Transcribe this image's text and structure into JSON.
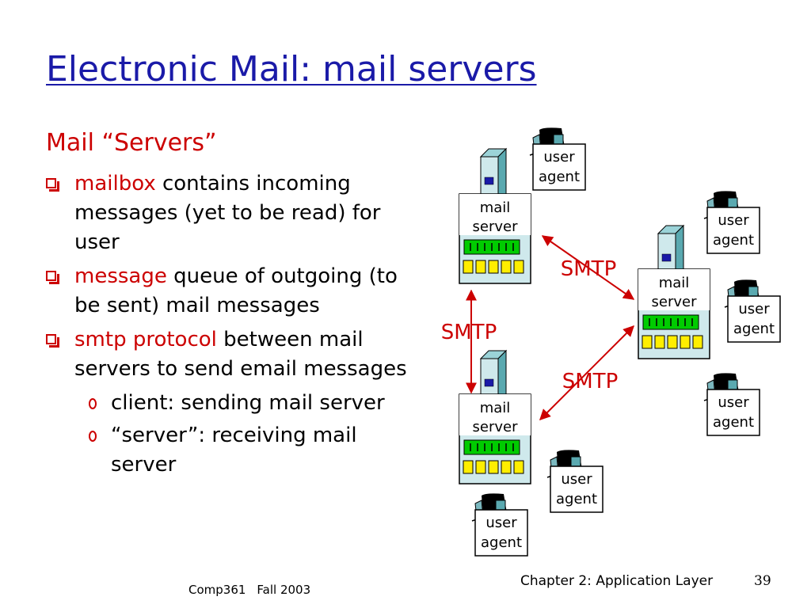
{
  "slide": {
    "title": "Electronic Mail: mail servers",
    "subtitle": "Mail “Servers”",
    "bullets": [
      {
        "keyword": "mailbox",
        "rest": " contains incoming messages (yet to be read) for user"
      },
      {
        "keyword": "message",
        "rest": " queue of outgoing (to be sent) mail messages"
      },
      {
        "keyword": "smtp protocol",
        "rest": " between mail servers to send email messages"
      }
    ],
    "sub_bullets": [
      "client: sending mail server",
      "“server”: receiving mail server"
    ]
  },
  "diagram": {
    "server_label_line1": "mail",
    "server_label_line2": "server",
    "user_label_line1": "user",
    "user_label_line2": "agent",
    "smtp_label": "SMTP"
  },
  "footer": {
    "course": "Comp361",
    "term": "Fall 2003",
    "chapter": "Chapter 2: Application Layer",
    "page": "39"
  },
  "colors": {
    "title": "#1a1aa8",
    "accent": "#cc0000",
    "server_body": "#cfe9ec",
    "queue_green": "#00cc00",
    "queue_yellow": "#ffee00"
  }
}
